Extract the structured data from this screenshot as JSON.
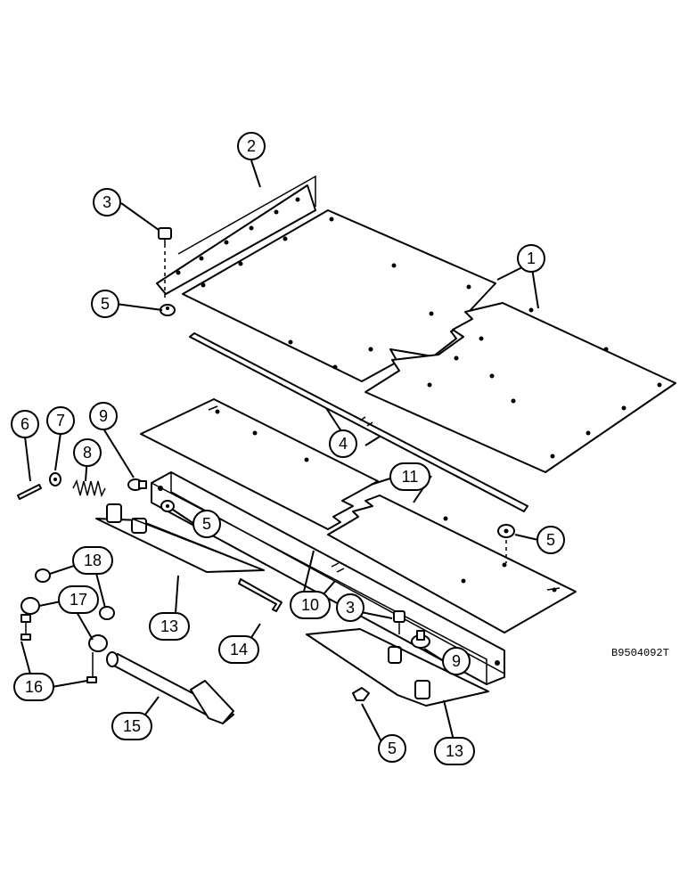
{
  "figure_ref": "B9504092T",
  "callouts": [
    {
      "id": "c2",
      "label": "2"
    },
    {
      "id": "c3a",
      "label": "3"
    },
    {
      "id": "c1",
      "label": "1"
    },
    {
      "id": "c5a",
      "label": "5"
    },
    {
      "id": "c4",
      "label": "4"
    },
    {
      "id": "c6",
      "label": "6"
    },
    {
      "id": "c7",
      "label": "7"
    },
    {
      "id": "c9a",
      "label": "9"
    },
    {
      "id": "c8",
      "label": "8"
    },
    {
      "id": "c11",
      "label": "11"
    },
    {
      "id": "c5b",
      "label": "5"
    },
    {
      "id": "c5c",
      "label": "5"
    },
    {
      "id": "c18",
      "label": "18"
    },
    {
      "id": "c17",
      "label": "17"
    },
    {
      "id": "c13a",
      "label": "13"
    },
    {
      "id": "c10",
      "label": "10"
    },
    {
      "id": "c3b",
      "label": "3"
    },
    {
      "id": "c14",
      "label": "14"
    },
    {
      "id": "c9b",
      "label": "9"
    },
    {
      "id": "c16",
      "label": "16"
    },
    {
      "id": "c15",
      "label": "15"
    },
    {
      "id": "c5d",
      "label": "5"
    },
    {
      "id": "c13b",
      "label": "13"
    }
  ]
}
